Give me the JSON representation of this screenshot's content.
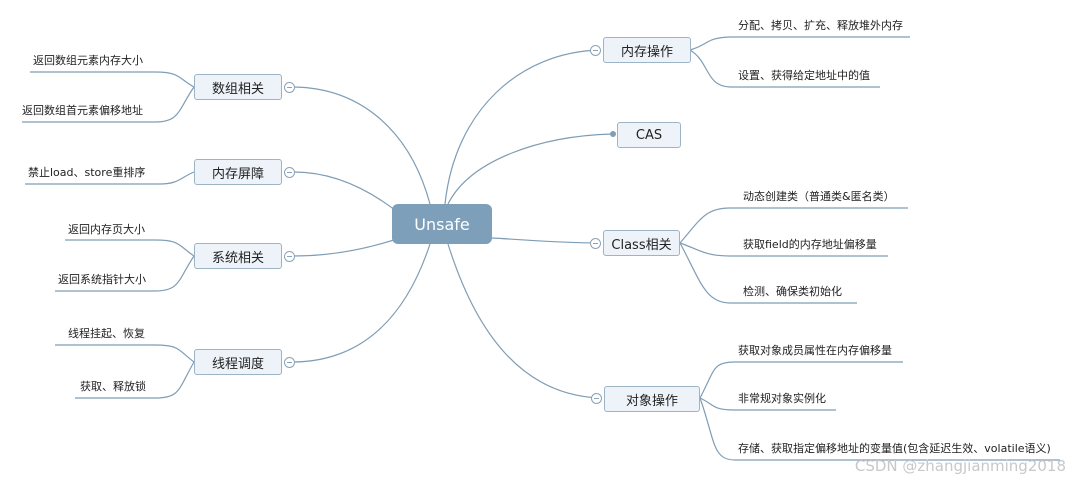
{
  "center": {
    "label": "Unsafe"
  },
  "left_branches": [
    {
      "label": "数组相关",
      "leaves": [
        "返回数组元素内存大小",
        "返回数组首元素偏移地址"
      ]
    },
    {
      "label": "内存屏障",
      "leaves": [
        "禁止load、store重排序"
      ]
    },
    {
      "label": "系统相关",
      "leaves": [
        "返回内存页大小",
        "返回系统指针大小"
      ]
    },
    {
      "label": "线程调度",
      "leaves": [
        "线程挂起、恢复",
        "获取、释放锁"
      ]
    }
  ],
  "right_branches": [
    {
      "label": "内存操作",
      "leaves": [
        "分配、拷贝、扩充、释放堆外内存",
        "设置、获得给定地址中的值"
      ]
    },
    {
      "label": "CAS",
      "leaves": []
    },
    {
      "label": "Class相关",
      "leaves": [
        "动态创建类（普通类&匿名类）",
        "获取field的内存地址偏移量",
        "检测、确保类初始化"
      ]
    },
    {
      "label": "对象操作",
      "leaves": [
        "获取对象成员属性在内存偏移量",
        "非常规对象实例化",
        "存储、获取指定偏移地址的变量值(包含延迟生效、volatile语义)"
      ]
    }
  ],
  "watermark": "CSDN @zhangjianming2018",
  "colors": {
    "center": "#7d9fba",
    "node_fill": "#edf3f8",
    "node_border": "#9db3c6",
    "line": "#7f9db5"
  }
}
